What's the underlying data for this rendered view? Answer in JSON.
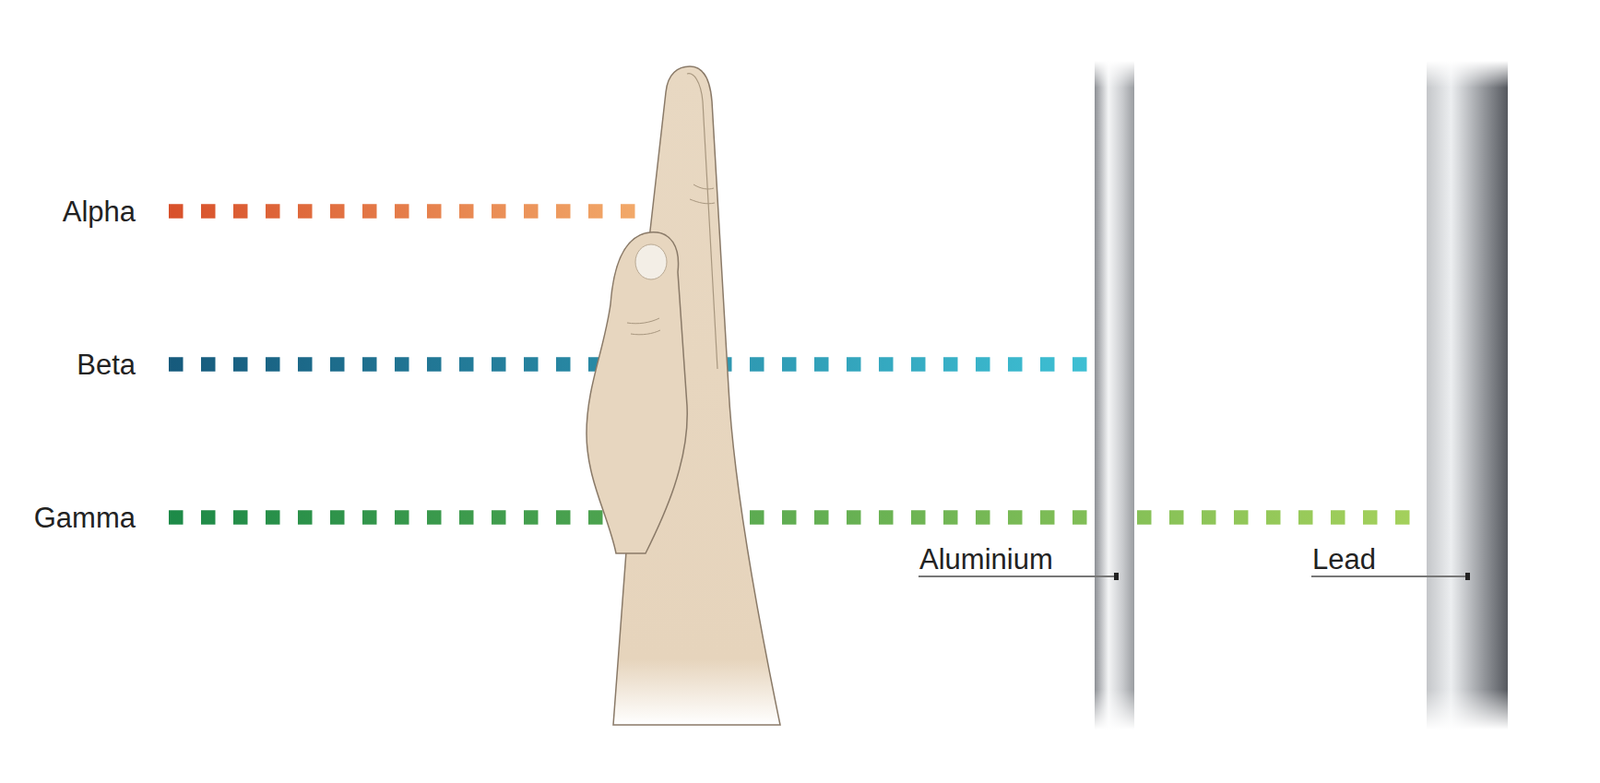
{
  "diagram": {
    "labels": [
      "Alpha",
      "Beta",
      "Gamma",
      "Aluminium",
      "Lead"
    ]
  }
}
